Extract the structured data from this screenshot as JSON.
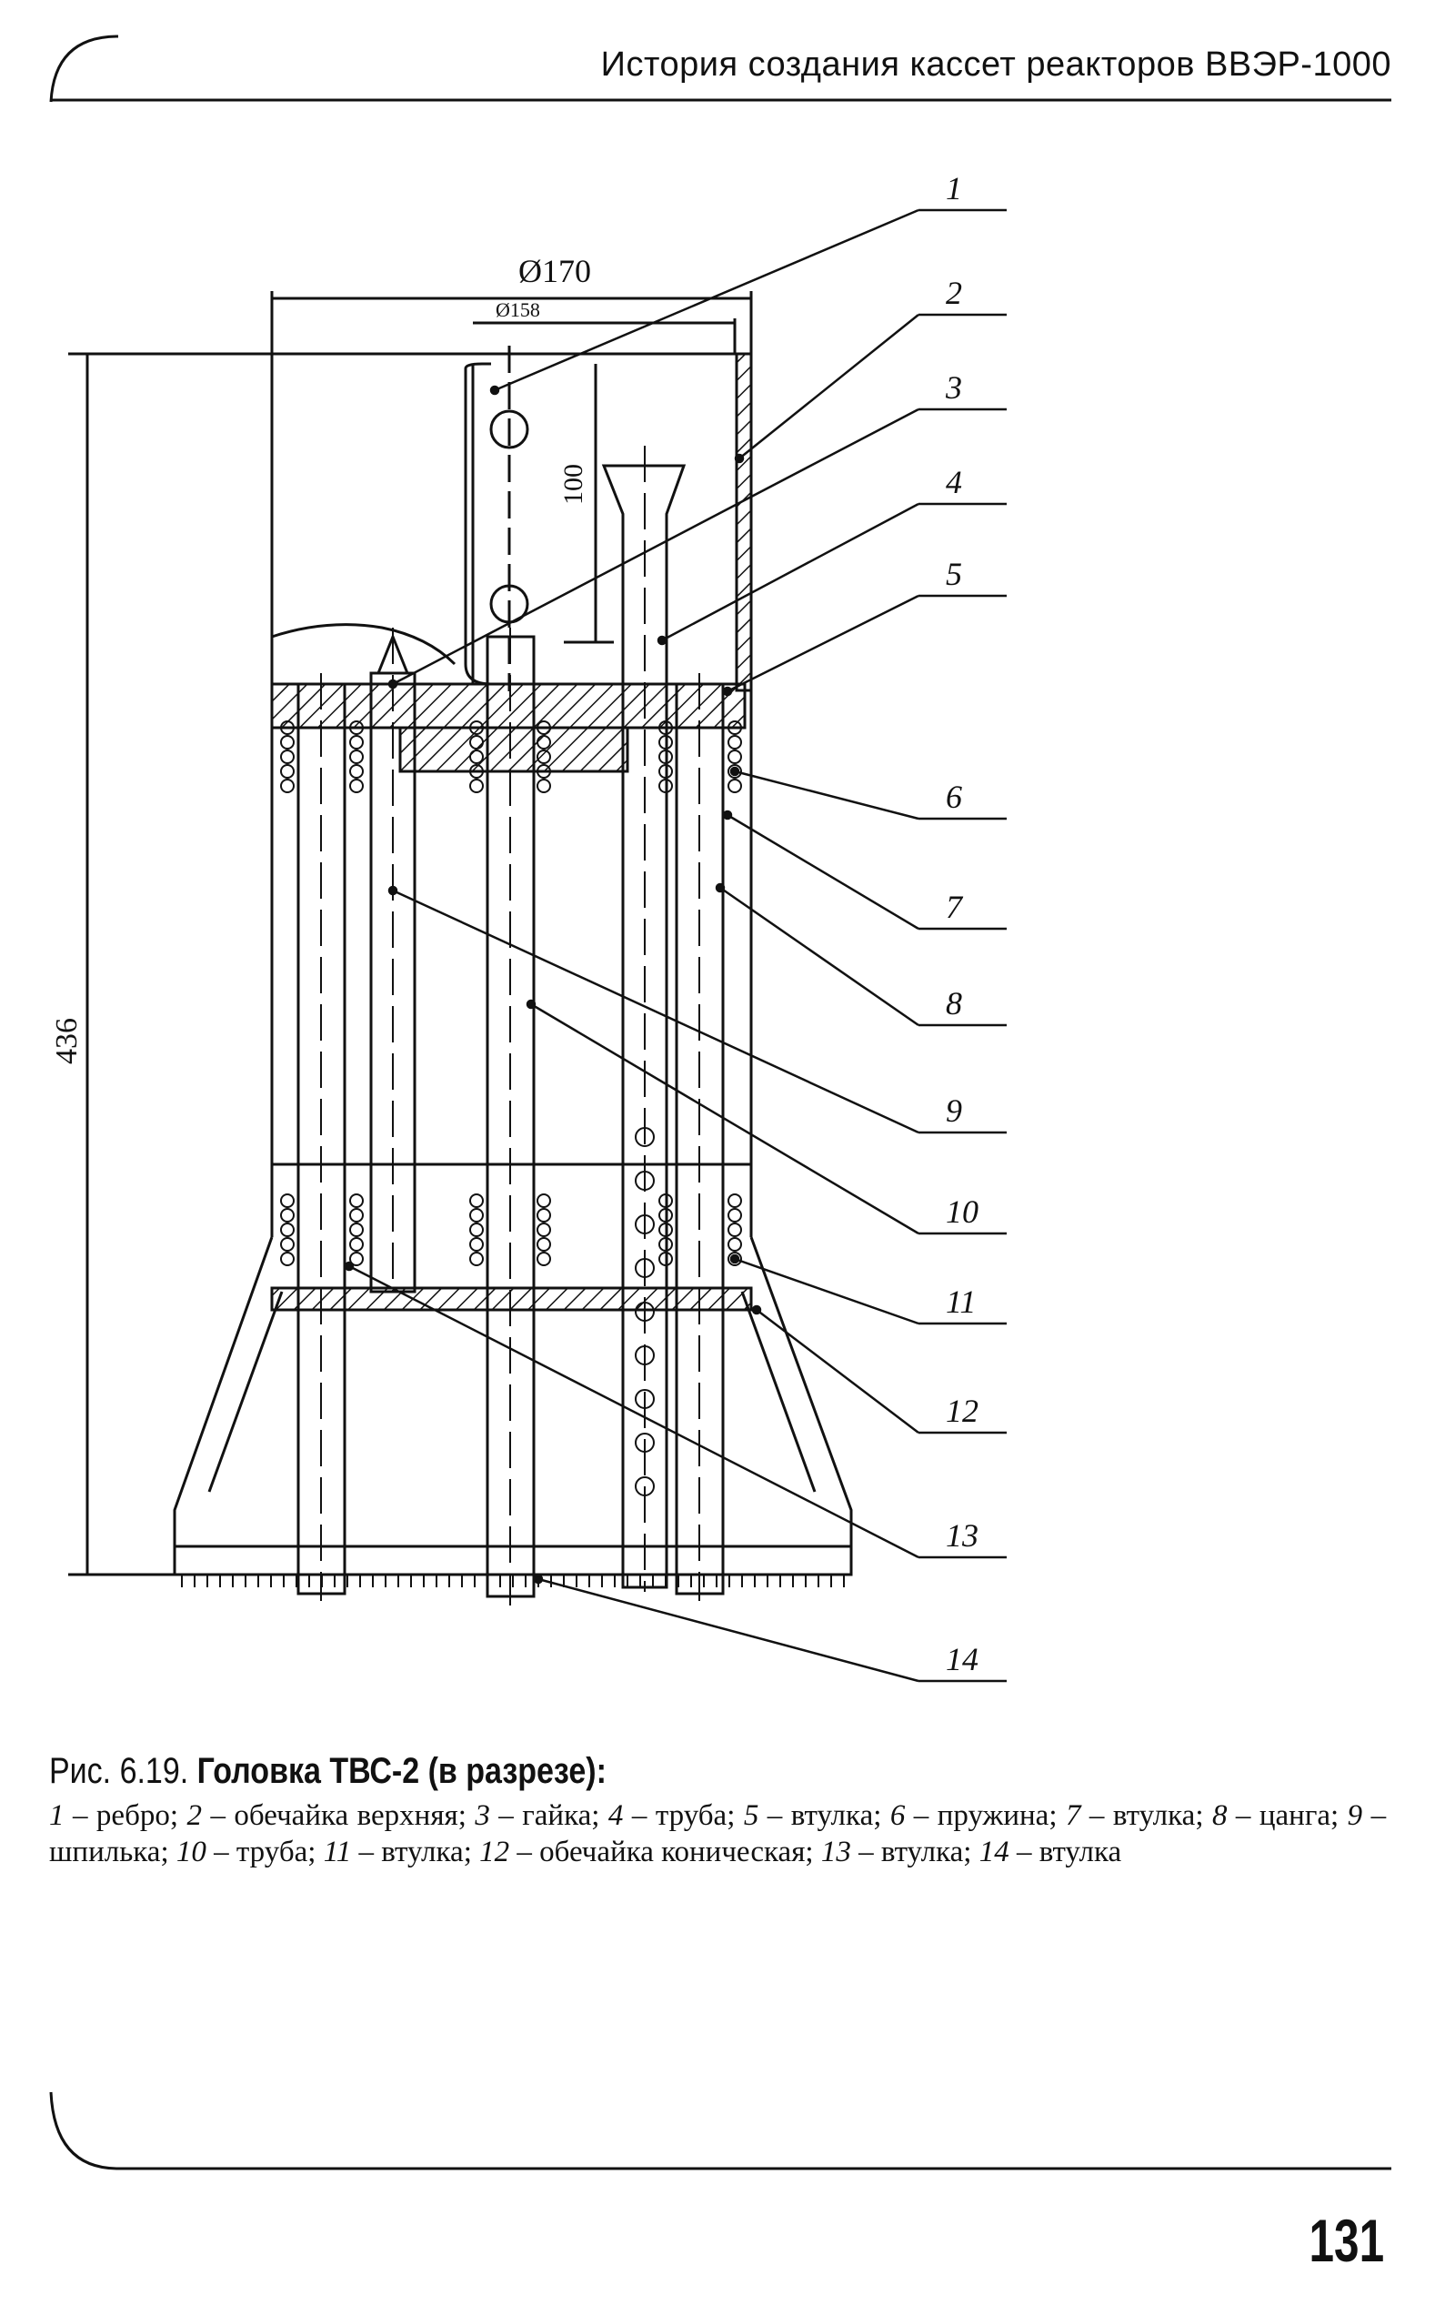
{
  "header": {
    "running_title": "История создания кассет реакторов ВВЭР-1000"
  },
  "drawing": {
    "dimensions": {
      "outer_diameter": "Ø170",
      "inner_diameter": "Ø158",
      "handle_height": "100",
      "total_height": "436"
    },
    "callouts": [
      "1",
      "2",
      "3",
      "4",
      "5",
      "6",
      "7",
      "8",
      "9",
      "10",
      "11",
      "12",
      "13",
      "14"
    ]
  },
  "caption": {
    "figure_label": "Рис. 6.19.",
    "figure_title": "Головка ТВС-2 (в разрезе):",
    "items": [
      {
        "num": "1",
        "text": "ребро"
      },
      {
        "num": "2",
        "text": "обечайка верхняя"
      },
      {
        "num": "3",
        "text": "гайка"
      },
      {
        "num": "4",
        "text": "труба"
      },
      {
        "num": "5",
        "text": "втулка"
      },
      {
        "num": "6",
        "text": "пружина"
      },
      {
        "num": "7",
        "text": "втулка"
      },
      {
        "num": "8",
        "text": "цанга"
      },
      {
        "num": "9",
        "text": "шпилька"
      },
      {
        "num": "10",
        "text": "труба"
      },
      {
        "num": "11",
        "text": "втулка"
      },
      {
        "num": "12",
        "text": "обечайка коническая"
      },
      {
        "num": "13",
        "text": "втулка"
      },
      {
        "num": "14",
        "text": "втулка"
      }
    ]
  },
  "footer": {
    "page_number": "131"
  }
}
